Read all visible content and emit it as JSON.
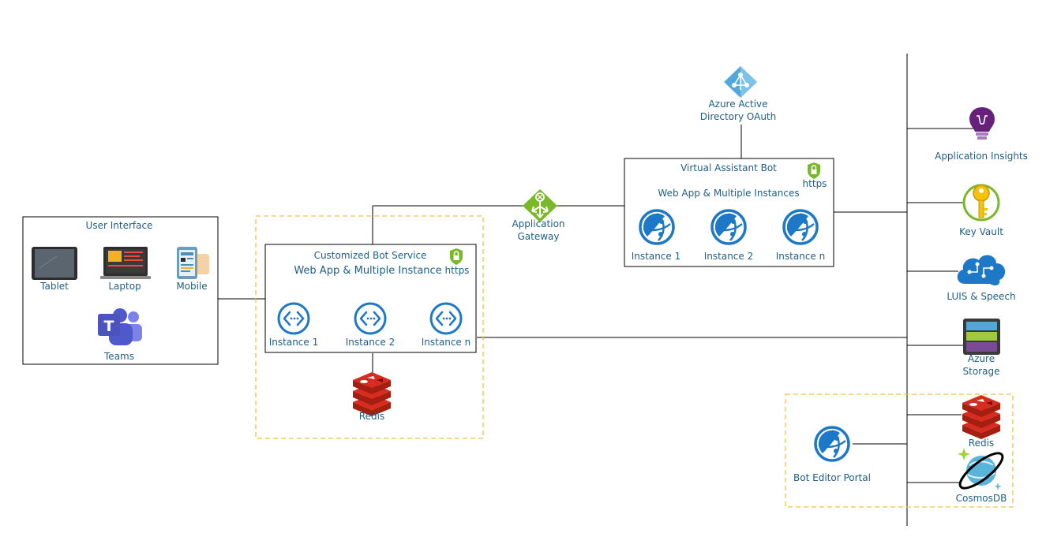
{
  "user_interface": {
    "title": "User Interface",
    "tablet": "Tablet",
    "laptop": "Laptop",
    "mobile": "Mobile",
    "teams": "Teams"
  },
  "bot_service": {
    "title": "Customized Bot Service",
    "subtitle": "Web App & Multiple Instance",
    "https": "https",
    "instances": [
      "Instance 1",
      "Instance 2",
      "Instance n"
    ],
    "redis": "Redis"
  },
  "gateway": {
    "line1": "Application",
    "line2": "Gateway"
  },
  "aad": {
    "line1": "Azure Active",
    "line2": "Directory OAuth"
  },
  "va_bot": {
    "title": "Virtual Assistant Bot",
    "subtitle": "Web App & Multiple Instances",
    "https": "https",
    "instances": [
      "Instance 1",
      "Instance 2",
      "Instance n"
    ]
  },
  "services": {
    "app_insights": "Application Insights",
    "key_vault": "Key Vault",
    "luis": "LUIS & Speech",
    "storage_line1": "Azure",
    "storage_line2": "Storage",
    "redis": "Redis",
    "cosmos": "CosmosDB",
    "bot_editor": "Bot Editor Portal"
  },
  "colors": {
    "label": "#1f5f86",
    "dashed_border": "#f0c14b",
    "azure_blue": "#1e78c8",
    "redis_red": "#d82c20",
    "green": "#7ab82a",
    "teams_purple": "#5558af"
  }
}
